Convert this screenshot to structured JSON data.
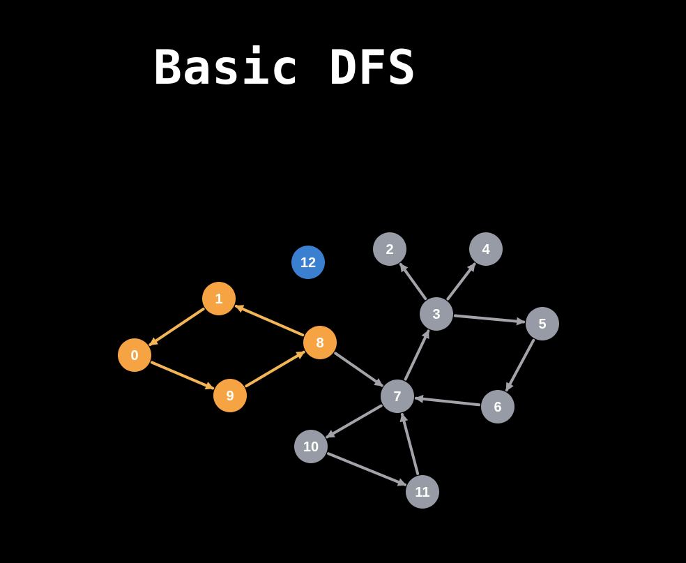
{
  "title": "Basic DFS",
  "colors": {
    "background": "#000000",
    "visited": "#f6a443",
    "visited_edge": "#f4b556",
    "current": "#3b7fd1",
    "unvisited": "#979ba5",
    "unvisited_edge": "#a2a4aa",
    "label": "#ffffff"
  },
  "graph": {
    "nodes": [
      {
        "id": "0",
        "label": "0",
        "state": "visited"
      },
      {
        "id": "1",
        "label": "1",
        "state": "visited"
      },
      {
        "id": "2",
        "label": "2",
        "state": "unvisited"
      },
      {
        "id": "3",
        "label": "3",
        "state": "unvisited"
      },
      {
        "id": "4",
        "label": "4",
        "state": "unvisited"
      },
      {
        "id": "5",
        "label": "5",
        "state": "unvisited"
      },
      {
        "id": "6",
        "label": "6",
        "state": "unvisited"
      },
      {
        "id": "7",
        "label": "7",
        "state": "unvisited"
      },
      {
        "id": "8",
        "label": "8",
        "state": "visited"
      },
      {
        "id": "9",
        "label": "9",
        "state": "visited"
      },
      {
        "id": "10",
        "label": "10",
        "state": "unvisited"
      },
      {
        "id": "11",
        "label": "11",
        "state": "unvisited"
      },
      {
        "id": "12",
        "label": "12",
        "state": "current"
      }
    ],
    "edges": [
      {
        "from": "0",
        "to": "9",
        "state": "visited"
      },
      {
        "from": "9",
        "to": "8",
        "state": "visited"
      },
      {
        "from": "8",
        "to": "1",
        "state": "visited"
      },
      {
        "from": "1",
        "to": "0",
        "state": "visited"
      },
      {
        "from": "8",
        "to": "7",
        "state": "unvisited"
      },
      {
        "from": "7",
        "to": "3",
        "state": "unvisited"
      },
      {
        "from": "3",
        "to": "2",
        "state": "unvisited"
      },
      {
        "from": "3",
        "to": "4",
        "state": "unvisited"
      },
      {
        "from": "3",
        "to": "5",
        "state": "unvisited"
      },
      {
        "from": "5",
        "to": "6",
        "state": "unvisited"
      },
      {
        "from": "6",
        "to": "7",
        "state": "unvisited"
      },
      {
        "from": "7",
        "to": "10",
        "state": "unvisited"
      },
      {
        "from": "10",
        "to": "11",
        "state": "unvisited"
      },
      {
        "from": "11",
        "to": "7",
        "state": "unvisited"
      }
    ]
  }
}
